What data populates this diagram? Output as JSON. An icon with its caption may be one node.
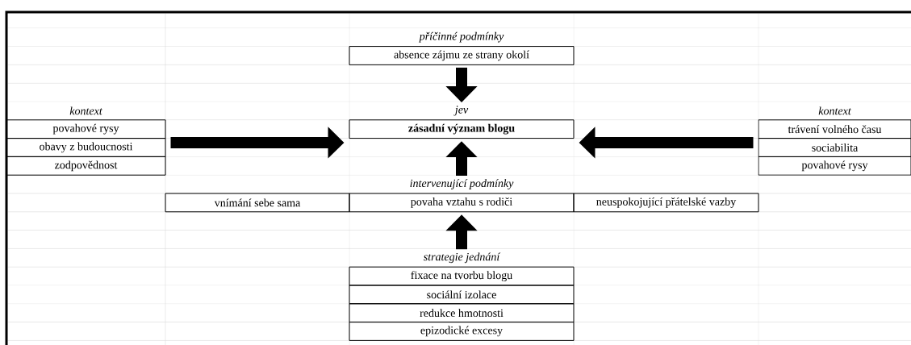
{
  "diagram": {
    "nodes": [
      {
        "text": [
          "příčinné podmínky",
          "absence zájmu ze strany okolí"
        ]
      },
      {
        "text": [
          "kontext",
          "povahové rysy"
        ]
      },
      {
        "text": [
          "obavy z budoucnosti"
        ]
      },
      {
        "text": [
          "zodpovědnost"
        ]
      },
      {
        "text": [
          "jev",
          "zásadní význam blogu"
        ]
      },
      {
        "text": [
          "kontext",
          "trávení volného času"
        ]
      },
      {
        "text": [
          "sociabilita"
        ]
      },
      {
        "text": [
          "povahové rysy"
        ]
      },
      {
        "text": [
          "vnímání sebe sama"
        ]
      },
      {
        "text": [
          "intervenující podmínky",
          "povaha vztahu s rodiči"
        ]
      },
      {
        "text": [
          "neuspokojující přátelské vazby"
        ]
      },
      {
        "text": [
          "strategie jednání",
          "fixace na tvorbu blogu"
        ]
      },
      {
        "text": [
          "sociální izolace"
        ]
      },
      {
        "text": [
          "redukce hmotnosti"
        ]
      },
      {
        "text": [
          "epizodické excesy"
        ]
      }
    ],
    "edges": [
      {
        "from": 0,
        "to": 4,
        "arrow": "to"
      },
      {
        "from": 2,
        "to": 4,
        "arrow": "to"
      },
      {
        "from": 6,
        "to": 4,
        "arrow": "to"
      },
      {
        "from": 9,
        "to": 4,
        "arrow": "to"
      },
      {
        "from": 11,
        "to": 9,
        "arrow": "to"
      }
    ]
  }
}
